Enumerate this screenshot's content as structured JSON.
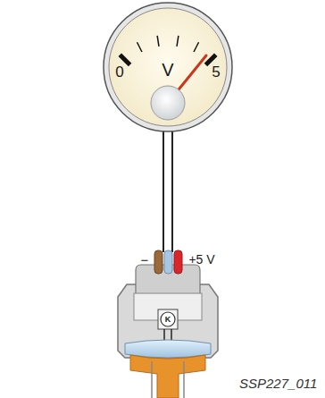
{
  "diagram": {
    "caption": "SSP227_011",
    "labels": [
      "0",
      "V",
      "5",
      "−",
      "+5 V",
      "K"
    ]
  }
}
